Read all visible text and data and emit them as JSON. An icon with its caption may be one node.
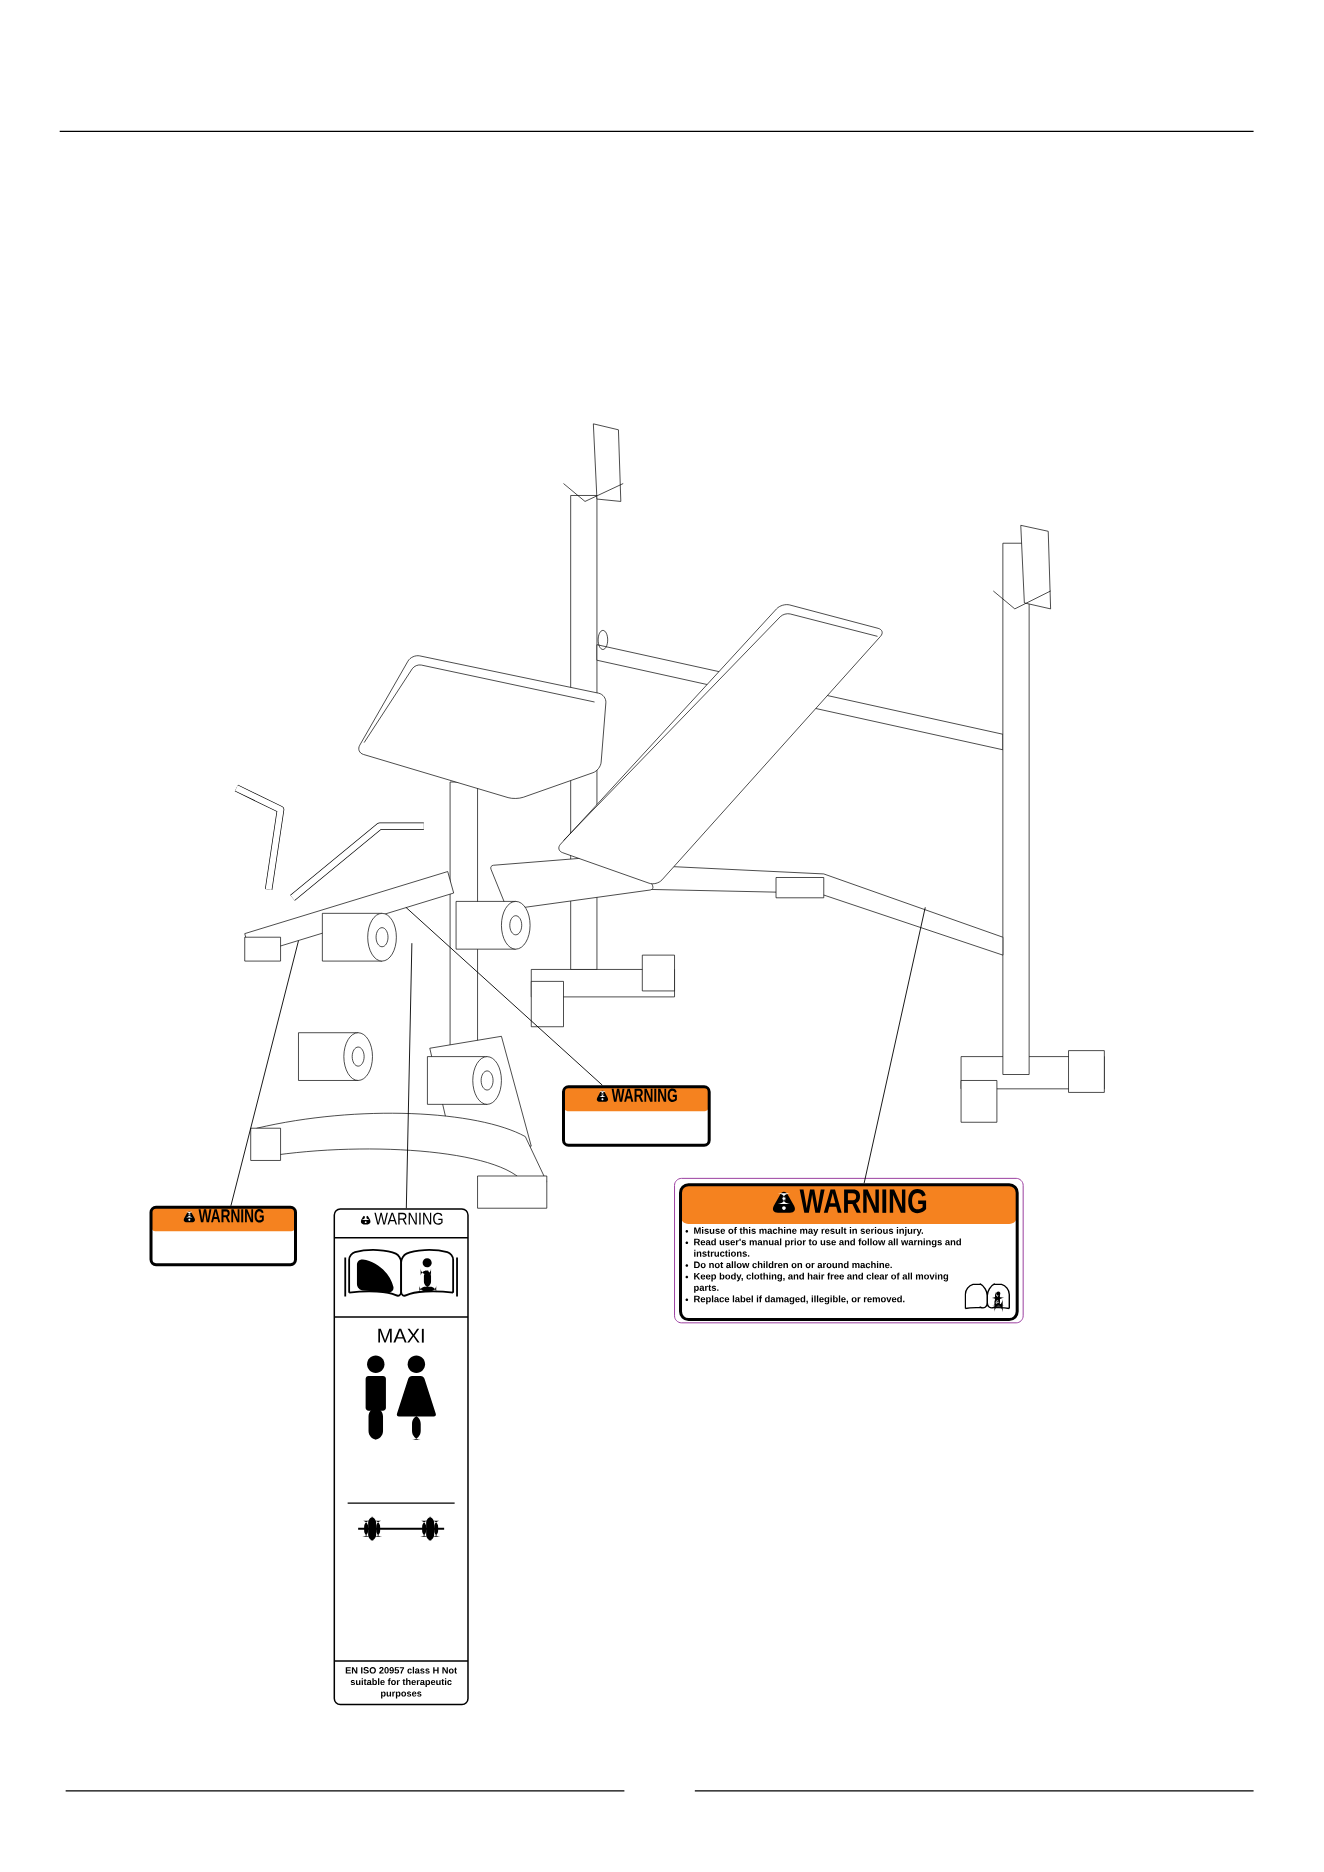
{
  "diagram": {
    "nodes": [
      {
        "text": [
          "WARNING"
        ]
      },
      {
        "text": [
          "WARNING",
          "MAXI",
          "EN ISO 20957 class H Not suitable for therapeutic purposes"
        ]
      },
      {
        "text": [
          "WARNING"
        ]
      },
      {
        "text": [
          "WARNING",
          "Misuse of this machine may result in serious injury.",
          "Read user's manual prior to use and follow all warnings and instructions.",
          "Do not allow children on or around machine.",
          "Keep body, clothing, and hair free and clear of all moving parts.",
          "Replace label if damaged, illegible, or removed."
        ]
      }
    ],
    "edges": [
      {
        "from": 0,
        "to": null,
        "arrow": "none"
      },
      {
        "from": 1,
        "to": null,
        "arrow": "none"
      },
      {
        "from": 2,
        "to": null,
        "arrow": "none"
      },
      {
        "from": 3,
        "to": null,
        "arrow": "none"
      }
    ]
  }
}
